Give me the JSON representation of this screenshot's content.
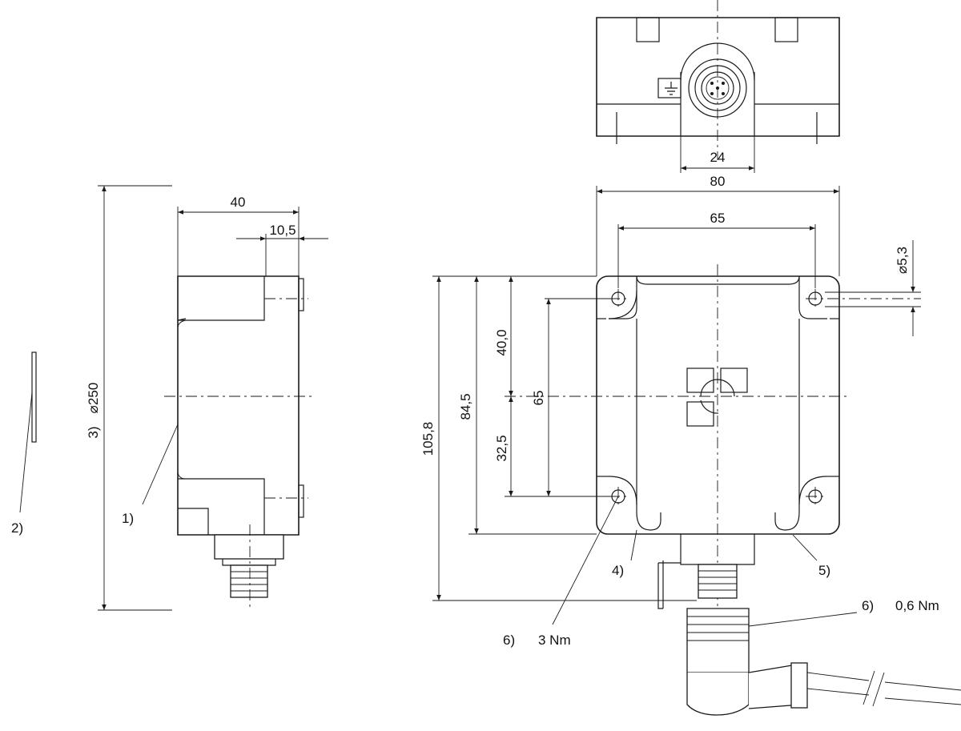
{
  "top_view": {
    "dim_connector_width": "24",
    "ground_symbol": "ground-icon"
  },
  "side_view": {
    "dim_depth": "40",
    "dim_offset": "10,5",
    "dim_range_diameter": "⌀250",
    "callout_range": "3)",
    "callout_face": "1)",
    "callout_target": "2)"
  },
  "front_view": {
    "dim_width": "80",
    "dim_hole_spacing_h": "65",
    "dim_hole_diameter": "⌀5,3",
    "dim_hole_spacing_v": "65",
    "dim_upper": "40,0",
    "dim_lower": "32,5",
    "dim_height_body": "84,5",
    "dim_height_total": "105,8",
    "callout_4": "4)",
    "callout_5": "5)",
    "callout_torque_screw": "6)",
    "torque_screw_value": "3 Nm",
    "callout_torque_plug": "6)",
    "torque_plug_value": "0,6 Nm"
  }
}
